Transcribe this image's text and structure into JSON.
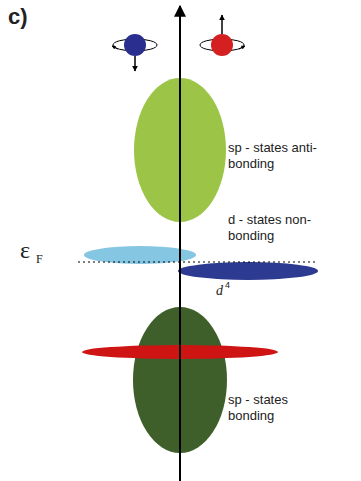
{
  "diagram": {
    "labels": [
      "c)",
      "sp - states anti- bonding",
      "d - states non-bonding",
      "ε",
      "F",
      "d",
      "4",
      "sp - states bonding"
    ]
  }
}
